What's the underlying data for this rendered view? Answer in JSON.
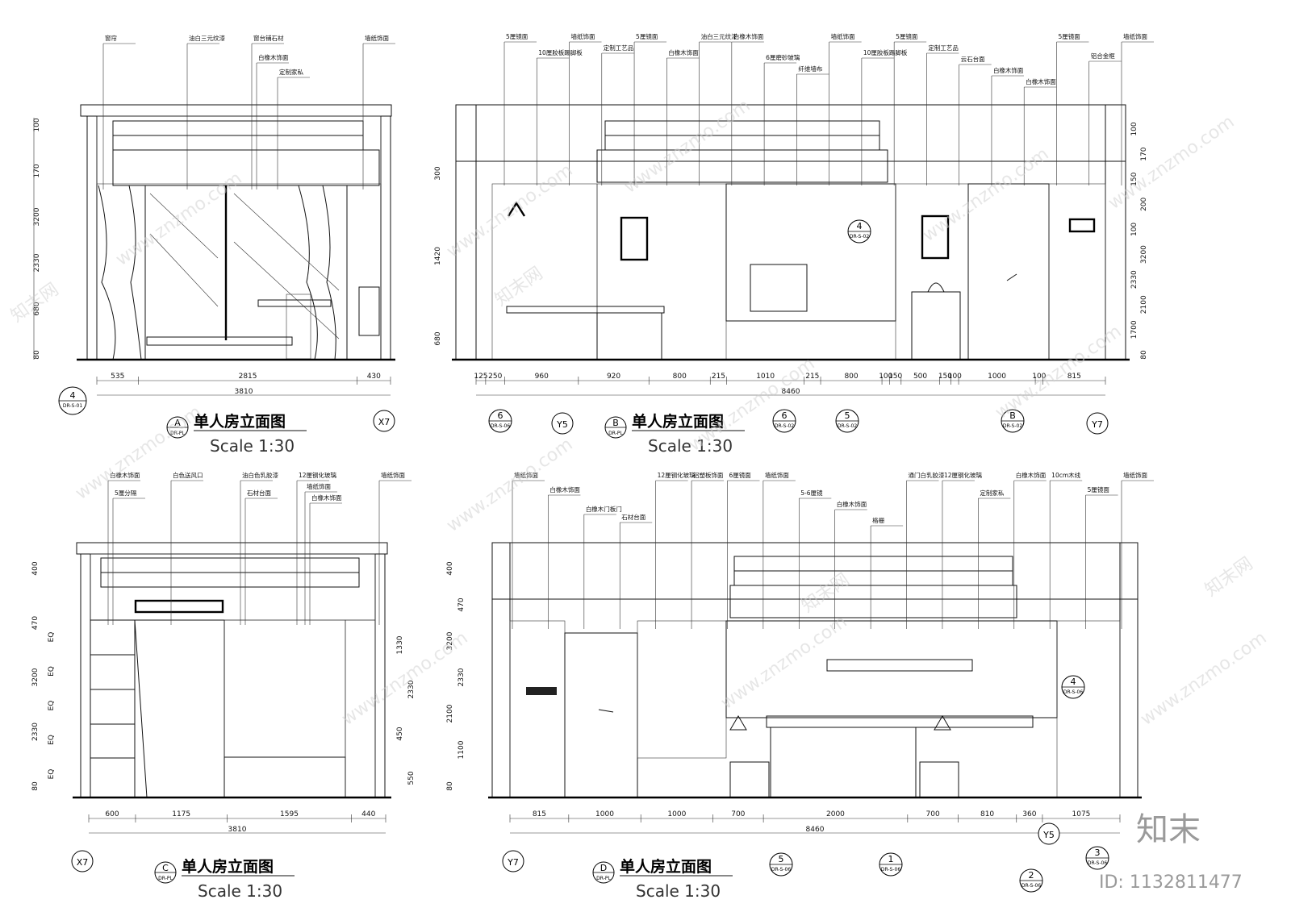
{
  "watermark": {
    "text": "www.znzmo.com",
    "brand": "知末网"
  },
  "logo": "知末",
  "id_text": "ID: 1132811477",
  "panels": {
    "A": {
      "title": "单人房立面图",
      "scale": "Scale 1:30",
      "code": "A",
      "code_sub": "DR-PL",
      "labels": [
        "窗帘",
        "油白三元纹漆",
        "窗台铺石材",
        "白橡木饰面",
        "定制家私",
        "墙纸饰面"
      ],
      "dims_bottom": [
        "535",
        "2815",
        "430"
      ],
      "total": "3810",
      "dims_left": [
        "100",
        "170",
        "3200",
        "2330",
        "680",
        "80"
      ],
      "axis_right": "X7",
      "ref": {
        "num": "4",
        "sub": "DR-S-01"
      }
    },
    "B": {
      "title": "单人房立面图",
      "scale": "Scale 1:30",
      "code": "B",
      "code_sub": "DR-PL",
      "labels": [
        "5厘镜面",
        "10厘胶板踢脚板",
        "墙纸饰面",
        "定制工艺品",
        "5厘镜面",
        "白橡木饰面",
        "油白三元纹漆",
        "白橡木饰面",
        "6厘磨砂玻璃",
        "纤维墙布",
        "墙纸饰面",
        "10厘胶板踢脚板",
        "5厘镜面",
        "定制工艺品",
        "云石台面",
        "白橡木饰面",
        "白橡木饰面",
        "5厘镜面",
        "铝合金框",
        "墙纸饰面"
      ],
      "dims_bottom": [
        "125",
        "250",
        "960",
        "920",
        "800",
        "215",
        "1010",
        "215",
        "800",
        "100",
        "150",
        "500",
        "150",
        "100",
        "1000",
        "100",
        "815"
      ],
      "total": "8460",
      "dims_left": [
        "300",
        "1420",
        "680"
      ],
      "dims_right": [
        "100",
        "170",
        "150",
        "200",
        "100",
        "3200",
        "2330",
        "2100",
        "1700",
        "80"
      ],
      "axis_left": "Y5",
      "axis_right": "Y7",
      "refs": [
        {
          "num": "6",
          "sub": "DR-S-06"
        },
        {
          "num": "6",
          "sub": "DR-S-02"
        },
        {
          "num": "5",
          "sub": "DR-S-02"
        },
        {
          "num": "B",
          "sub": "DR-S-02"
        },
        {
          "num": "4",
          "sub": "DR-S-02"
        }
      ]
    },
    "C": {
      "title": "单人房立面图",
      "scale": "Scale 1:30",
      "code": "C",
      "code_sub": "DR-PL",
      "labels": [
        "白橡木饰面",
        "5厘分隔",
        "白色送风口",
        "油白色乳胶漆",
        "石材台面",
        "12厘钢化玻璃",
        "墙纸饰面",
        "白橡木饰面",
        "墙纸饰面"
      ],
      "dims_bottom": [
        "600",
        "1175",
        "1595",
        "440"
      ],
      "total": "3810",
      "dims_left": [
        "400",
        "470",
        "3200",
        "2330",
        "80"
      ],
      "dims_eq": [
        "EQ",
        "EQ",
        "EQ",
        "EQ",
        "EQ"
      ],
      "dims_right": [
        "1330",
        "2330",
        "450",
        "550"
      ],
      "axis_left": "X7"
    },
    "D": {
      "title": "单人房立面图",
      "scale": "Scale 1:30",
      "code": "D",
      "code_sub": "DR-PL",
      "labels": [
        "墙纸饰面",
        "白橡木饰面",
        "白橡木门板门",
        "石材台面",
        "12厘钢化玻璃",
        "铝塑板饰面",
        "6厘镜面",
        "墙纸饰面",
        "5-6厘镜",
        "白橡木饰面",
        "格栅",
        "通门白乳胶漆",
        "12厘钢化玻璃",
        "定制家私",
        "白橡木饰面",
        "10cm木线",
        "5厘镜面",
        "墙纸饰面"
      ],
      "dims_bottom": [
        "815",
        "1000",
        "1000",
        "700",
        "2000",
        "700",
        "810",
        "360",
        "1075"
      ],
      "total": "8460",
      "dims_left": [
        "400",
        "470",
        "3200",
        "2330",
        "2100",
        "1100",
        "80"
      ],
      "axis_left": "Y7",
      "axis_right": "Y5",
      "refs": [
        {
          "num": "5",
          "sub": "DR-S-06"
        },
        {
          "num": "1",
          "sub": "DR-S-06"
        },
        {
          "num": "2",
          "sub": "DR-S-06"
        },
        {
          "num": "3",
          "sub": "DR-S-06"
        },
        {
          "num": "4",
          "sub": "DR-S-06"
        }
      ]
    }
  }
}
